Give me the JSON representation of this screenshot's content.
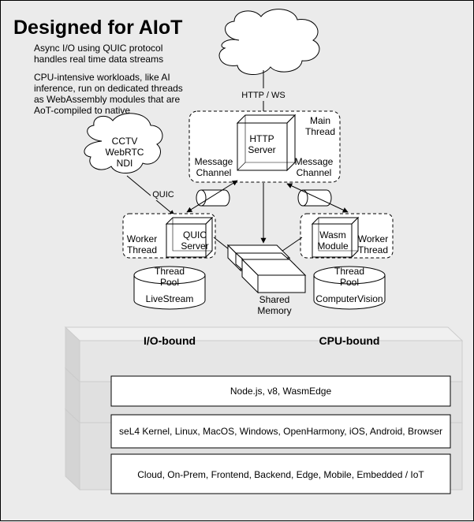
{
  "header": {
    "title": "Designed for AIoT",
    "line1": "Async I/O using QUIC protocol",
    "line2": "handles real time data streams",
    "line3": "CPU-intensive workloads, like AI",
    "line4": "inference, run on dedicated threads",
    "line5": "as WebAssembly modules that are",
    "line6": "AoT-compiled to native"
  },
  "clouds": {
    "top_edge_label": "HTTP / WS",
    "source_line1": "CCTV",
    "source_line2": "WebRTC",
    "source_line3": "NDI",
    "source_edge_label": "QUIC"
  },
  "main_thread": {
    "label_line1": "Main",
    "label_line2": "Thread",
    "server_line1": "HTTP",
    "server_line2": "Server",
    "left_channel_line1": "Message",
    "left_channel_line2": "Channel",
    "right_channel_line1": "Message",
    "right_channel_line2": "Channel"
  },
  "left_worker": {
    "label_line1": "Worker",
    "label_line2": "Thread",
    "server_line1": "QUIC",
    "server_line2": "Server",
    "pool_line1": "Thread",
    "pool_line2": "Pool",
    "pool_name": "LiveStream"
  },
  "right_worker": {
    "label_line1": "Worker",
    "label_line2": "Thread",
    "module_line1": "Wasm",
    "module_line2": "Module",
    "pool_line1": "Thread",
    "pool_line2": "Pool",
    "pool_name": "ComputerVision"
  },
  "shared_memory": {
    "line1": "Shared",
    "line2": "Memory"
  },
  "stack": {
    "io_bound": "I/O-bound",
    "cpu_bound": "CPU-bound",
    "runtime": "Node.js, v8, WasmEdge",
    "os": "seL4 Kernel, Linux, MacOS, Windows, OpenHarmony, iOS, Android, Browser",
    "targets": "Cloud, On-Prem, Frontend, Backend, Edge, Mobile, Embedded / IoT"
  }
}
